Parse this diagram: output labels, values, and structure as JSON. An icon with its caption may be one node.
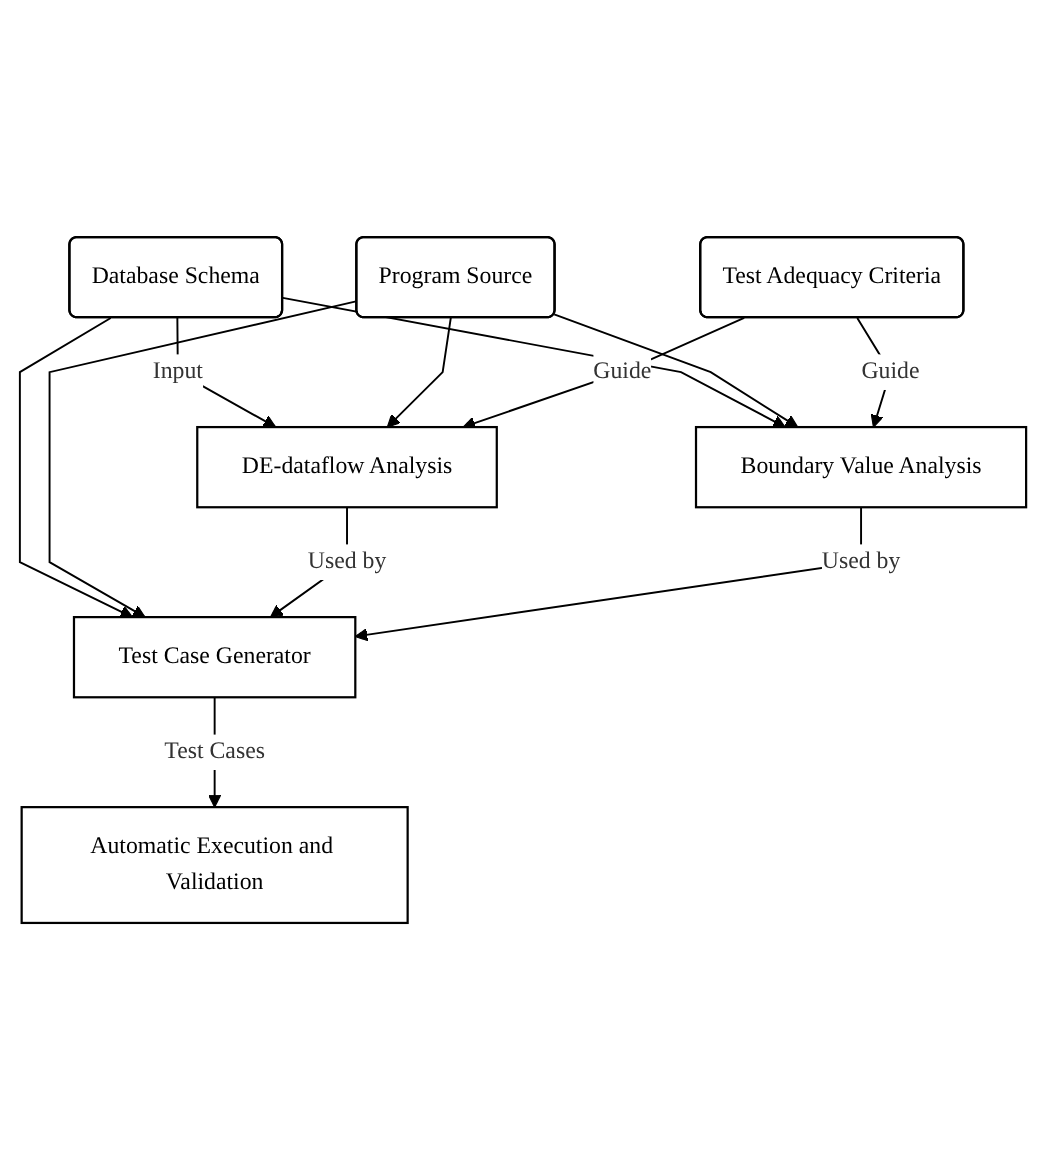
{
  "diagram": {
    "nodes": [
      {
        "text": [
          "Database Schema"
        ]
      },
      {
        "text": [
          "Program Source"
        ]
      },
      {
        "text": [
          "DE-dataflow Analysis"
        ]
      },
      {
        "text": [
          "Boundary Value Analysis"
        ]
      },
      {
        "text": [
          "Test Adequacy Criteria"
        ]
      },
      {
        "text": [
          "Test Case Generator"
        ]
      },
      {
        "text": [
          "Automatic Execution and Validation"
        ]
      }
    ],
    "edges": [
      {
        "from": 0,
        "to": 2,
        "arrow": "to",
        "label": "Input"
      },
      {
        "from": 0,
        "to": 3,
        "arrow": "to"
      },
      {
        "from": 0,
        "to": 5,
        "arrow": "to"
      },
      {
        "from": 1,
        "to": 2,
        "arrow": "to"
      },
      {
        "from": 1,
        "to": 3,
        "arrow": "to"
      },
      {
        "from": 1,
        "to": 5,
        "arrow": "to"
      },
      {
        "from": 4,
        "to": 2,
        "arrow": "to",
        "label": "Guide"
      },
      {
        "from": 4,
        "to": 3,
        "arrow": "to",
        "label": "Guide"
      },
      {
        "from": 2,
        "to": 5,
        "arrow": "to",
        "label": "Used by"
      },
      {
        "from": 3,
        "to": 5,
        "arrow": "to",
        "label": "Used by"
      },
      {
        "from": 5,
        "to": 6,
        "arrow": "to",
        "label": "Test Cases"
      }
    ]
  }
}
